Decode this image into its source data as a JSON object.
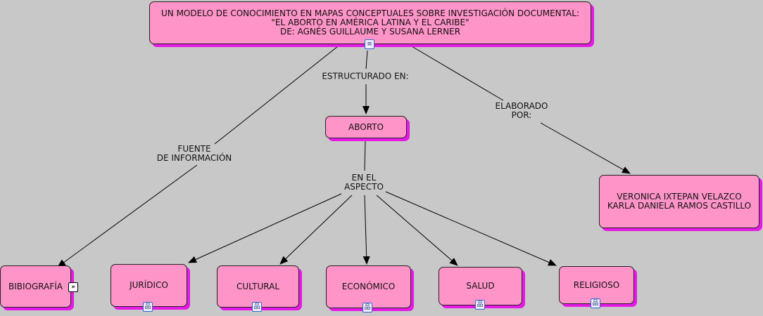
{
  "concepts": {
    "title": "UN MODELO DE CONOCIMIENTO EN MAPAS CONCEPTUALES SOBRE INVESTIGACIÓN DOCUMENTAL:\n\"EL ABORTO EN AMÉRICA LATINA Y EL CARIBE\"\nDE: AGNÉS GUILLAUME Y SUSANA LERNER",
    "aborto": "ABORTO",
    "authors": "VERONICA IXTEPAN VELAZCO\nKARLA DANIELA RAMOS CASTILLO",
    "bibliografia": "BIBIOGRAFÍA",
    "juridico": "JURÍDICO",
    "cultural": "CULTURAL",
    "economico": "ECONÓMICO",
    "salud": "SALUD",
    "religioso": "RELIGIOSO"
  },
  "links": {
    "estructurado": "ESTRUCTURADO EN:",
    "fuente": "FUENTE\nDE INFORMACIÓN",
    "elaborado": "ELABORADO\nPOR:",
    "aspecto": "EN EL\nASPECTO"
  },
  "colors": {
    "fill": "#ff94c8",
    "shadow": "#e619e6",
    "background": "#c8c8c8"
  }
}
